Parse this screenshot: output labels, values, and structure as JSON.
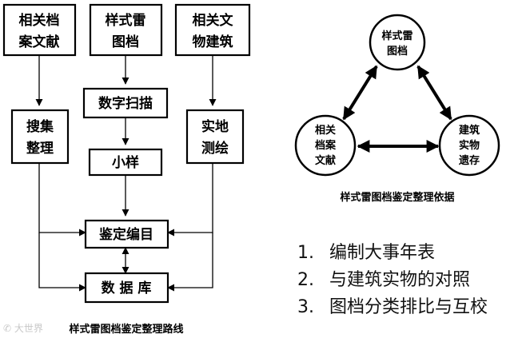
{
  "left_diagram": {
    "caption": "样式雷图档鉴定整理路线",
    "top_boxes": [
      {
        "lines": [
          "相关档",
          "案文献"
        ]
      },
      {
        "lines": [
          "样式雷",
          "图档"
        ]
      },
      {
        "lines": [
          "相关文",
          "物建筑"
        ]
      }
    ],
    "scan": "数字扫描",
    "collect": [
      "搜集",
      "整理"
    ],
    "survey": [
      "实地",
      "测绘"
    ],
    "sample": "小样",
    "catalog": "鉴定编目",
    "database": "数 据 库"
  },
  "right_diagram": {
    "caption": "样式雷图档鉴定整理依据",
    "top_circle": [
      "样式雷",
      "图档"
    ],
    "left_circle": [
      "相关",
      "档案",
      "文献"
    ],
    "right_circle": [
      "建筑",
      "实物",
      "遗存"
    ]
  },
  "steps": [
    {
      "num": "1.",
      "text": "编制大事年表"
    },
    {
      "num": "2.",
      "text": "与建筑实物的对照"
    },
    {
      "num": "3.",
      "text": "图档分类排比与互校"
    }
  ],
  "watermark": "大世界"
}
